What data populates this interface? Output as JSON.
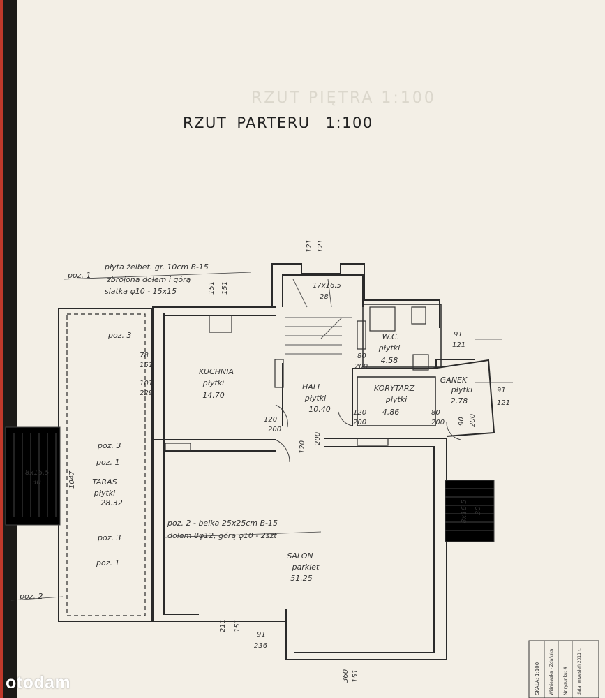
{
  "document": {
    "title": "RZUT PARTERU",
    "scale": "1:100",
    "ghost_text": "RZUT PIĘTRA 1:100",
    "watermark": "otodam"
  },
  "rooms": [
    {
      "name": "KUCHNIA",
      "finish": "płytki",
      "area": "14.70"
    },
    {
      "name": "HALL",
      "finish": "płytki",
      "area": "10.40"
    },
    {
      "name": "W.C.",
      "finish": "płytki",
      "area": "4.58"
    },
    {
      "name": "KORYTARZ",
      "finish": "płytki",
      "area": "4.86"
    },
    {
      "name": "GANEK",
      "finish": "płytki",
      "area": "2.78"
    },
    {
      "name": "TARAS",
      "finish": "płytki",
      "area": "28.32"
    },
    {
      "name": "SALON",
      "finish": "parkiet",
      "area": "51.25"
    }
  ],
  "notes": {
    "poz1_line1": "poz. 1",
    "poz1_line2": "płyta żelbet. gr. 10cm B-15",
    "poz1_line3": "zbrojona dołem i górą",
    "poz1_line4": "siatką φ10 - 15x15",
    "poz2_line1": "poz. 2 - belka 25x25cm B-15",
    "poz2_line2": "dołem 8φ12, górą φ10 - 2szt",
    "poz2_left": "poz. 2",
    "poz3_a": "poz. 3",
    "poz3_b": "poz. 3",
    "poz3_c": "poz. 3",
    "poz1_a": "poz. 1",
    "poz1_b": "poz. 1"
  },
  "dims": {
    "stair_top": "121",
    "stair_top2": "121",
    "stair_steps": "17x16.5",
    "stair_len": "28",
    "kitchen_win1": "151",
    "kitchen_win2": "151",
    "k_dim1": "78",
    "k_dim2": "151",
    "k_dim3": "101",
    "k_dim4": "229",
    "wc_right1": "91",
    "wc_right2": "121",
    "wc_door1": "80",
    "wc_door2": "200",
    "hall_door1": "120",
    "hall_door2": "200",
    "kor_door1": "120",
    "kor_door2": "200",
    "kor_door3": "80",
    "kor_door4": "200",
    "hall_salon1": "120",
    "hall_salon2": "200",
    "ganek_right1": "91",
    "ganek_right2": "121",
    "ganek_door1": "90",
    "ganek_door2": "200",
    "left_stairs1": "8x16.5",
    "left_stairs2": "30",
    "taras_len": "1047",
    "right_stairs1": "8x16.5",
    "right_stairs2": "30",
    "salon_win1": "211",
    "salon_win2": "151",
    "salon_win3": "91",
    "salon_win4": "236",
    "bottom_win1": "360",
    "bottom_win2": "151"
  },
  "title_block": {
    "scale": "SKALA: 1:100",
    "author": "Wiśniewska - Zdańska",
    "drawing": "Nr rysunku: 4",
    "date": "data: wrzesień 2011 r."
  }
}
